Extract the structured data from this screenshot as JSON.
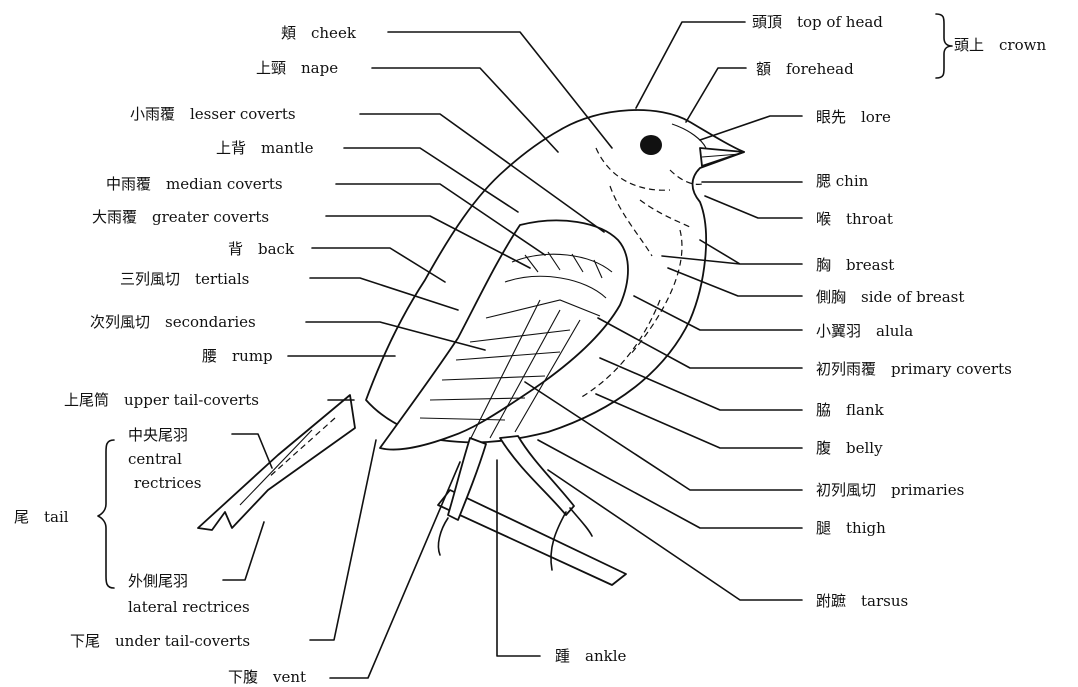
{
  "labels": {
    "cheek": "頬　cheek",
    "nape": "上頸　nape",
    "lesser_coverts": "小雨覆　lesser coverts",
    "mantle": "上背　mantle",
    "median_coverts": "中雨覆　median coverts",
    "greater_coverts": "大雨覆　greater coverts",
    "back": "背　back",
    "tertials": "三列風切　tertials",
    "secondaries": "次列風切　secondaries",
    "rump": "腰　rump",
    "upper_tail_coverts": "上尾筒　upper tail-coverts",
    "central_rectrices_jp": "中央尾羽",
    "central_rectrices_en_1": "central",
    "central_rectrices_en_2": "rectrices",
    "tail": "尾　tail",
    "lateral_rectrices_jp": "外側尾羽",
    "lateral_rectrices_en": "lateral rectrices",
    "under_tail_coverts": "下尾　under tail-coverts",
    "vent": "下腹　vent",
    "ankle": "踵　ankle",
    "top_of_head": "頭頂　top of head",
    "crown": "頭上　crown",
    "forehead": "額　forehead",
    "lore": "眼先　lore",
    "chin": "腮 chin",
    "throat": "喉　throat",
    "breast": "胸　breast",
    "side_of_breast": "側胸　side of breast",
    "alula": "小翼羽　alula",
    "primary_coverts": "初列雨覆　primary coverts",
    "flank": "脇　flank",
    "belly": "腹　belly",
    "primaries": "初列風切　primaries",
    "thigh": "腿　thigh",
    "tarsus": "跗蹠　tarsus"
  }
}
